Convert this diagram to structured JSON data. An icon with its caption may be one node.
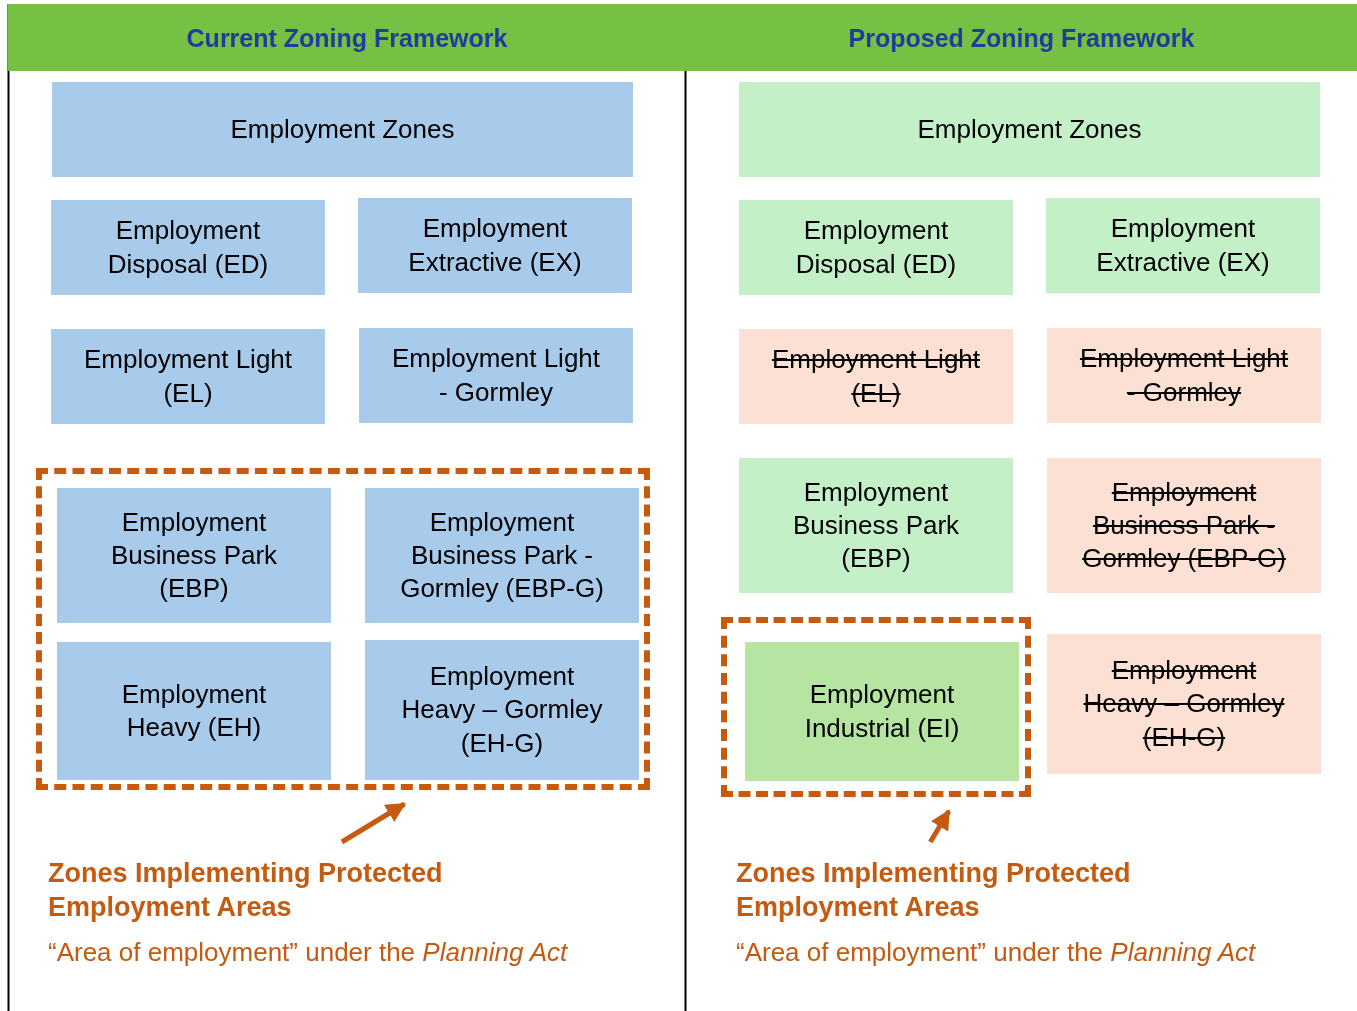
{
  "diagram": {
    "nodes": [
      {
        "text": [
          "Current Zoning Framework"
        ]
      },
      {
        "text": [
          "Proposed Zoning Framework"
        ]
      },
      {
        "text": [
          "Employment Zones"
        ]
      },
      {
        "text": [
          "Employment Disposal (ED)"
        ]
      },
      {
        "text": [
          "Employment Extractive (EX)"
        ]
      },
      {
        "text": [
          "Employment Light (EL)"
        ]
      },
      {
        "text": [
          "Employment Light - Gormley"
        ]
      },
      {
        "text": [],
        "shape": "box"
      },
      {
        "text": [
          "Employment Business Park (EBP)"
        ],
        "in": 7
      },
      {
        "text": [
          "Employment Business Park - Gormley (EBP-G)"
        ],
        "in": 7
      },
      {
        "text": [
          "Employment Heavy (EH)"
        ],
        "in": 7
      },
      {
        "text": [
          "Employment Heavy – Gormley (EH-G)"
        ],
        "in": 7
      },
      {
        "text": [
          "Zones Implementing Protected Employment Areas",
          "“Area of employment” under the *Planning Act*"
        ]
      },
      {
        "text": [
          "Employment Zones"
        ]
      },
      {
        "text": [
          "Employment Disposal (ED)"
        ]
      },
      {
        "text": [
          "Employment Extractive (EX)"
        ]
      },
      {
        "text": [
          "Employment Light (EL)"
        ]
      },
      {
        "text": [
          "Employment Light - Gormley"
        ]
      },
      {
        "text": [
          "Employment Business Park (EBP)"
        ]
      },
      {
        "text": [
          "Employment Business Park - Gormley (EBP-G)"
        ]
      },
      {
        "text": [],
        "shape": "box"
      },
      {
        "text": [
          "Employment Industrial (EI)"
        ],
        "in": 20
      },
      {
        "text": [
          "Employment Heavy – Gormley (EH-G)"
        ]
      },
      {
        "text": [
          "Zones Implementing Protected Employment Areas",
          "“Area of employment” under the *Planning Act*"
        ]
      }
    ],
    "edges": [
      {
        "from": 12,
        "to": 7,
        "arrow": "to"
      },
      {
        "from": 23,
        "to": 20,
        "arrow": "to"
      }
    ]
  }
}
